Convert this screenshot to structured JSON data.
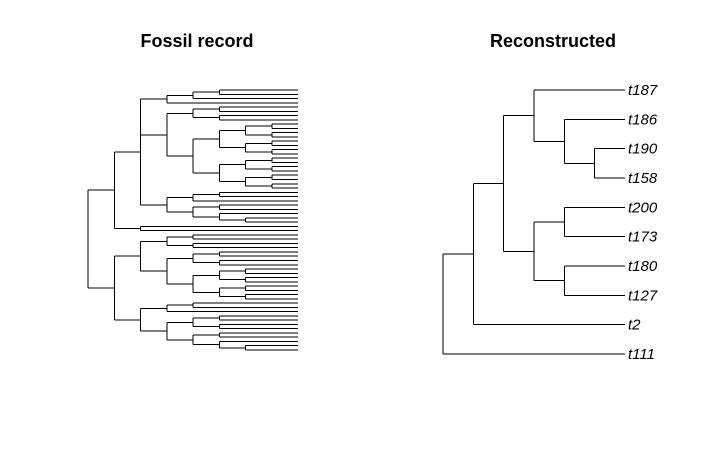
{
  "panels": {
    "fossil": {
      "title": "Fossil record",
      "tree": {
        "c": [
          {
            "c": [
              {
                "c": [
                  {
                    "c": [
                      {
                        "c": [
                          {
                            "c": [
                              {
                                "l": 1
                              },
                              {
                                "l": 2
                              }
                            ]
                          },
                          {
                            "l": 3
                          }
                        ]
                      },
                      {
                        "l": 4
                      }
                    ]
                  },
                  {
                    "c": [
                      {
                        "c": [
                          {
                            "c": [
                              {
                                "l": 5
                              },
                              {
                                "l": 6
                              }
                            ]
                          },
                          {
                            "c": [
                              {
                                "l": 7
                              },
                              {
                                "l": 8
                              }
                            ]
                          }
                        ]
                      },
                      {
                        "c": [
                          {
                            "c": [
                              {
                                "c": [
                                  {
                                    "c": [
                                      {
                                        "l": 9
                                      },
                                      {
                                        "l": 10
                                      }
                                    ]
                                  },
                                  {
                                    "c": [
                                      {
                                        "l": 11
                                      },
                                      {
                                        "l": 12
                                      }
                                    ]
                                  }
                                ]
                              },
                              {
                                "c": [
                                  {
                                    "c": [
                                      {
                                        "l": 13
                                      },
                                      {
                                        "l": 14
                                      }
                                    ]
                                  },
                                  {
                                    "c": [
                                      {
                                        "l": 15
                                      },
                                      {
                                        "l": 16
                                      }
                                    ]
                                  }
                                ]
                              }
                            ]
                          },
                          {
                            "c": [
                              {
                                "c": [
                                  {
                                    "c": [
                                      {
                                        "l": 17
                                      },
                                      {
                                        "l": 18
                                      }
                                    ]
                                  },
                                  {
                                    "c": [
                                      {
                                        "l": 19
                                      },
                                      {
                                        "l": 20
                                      }
                                    ]
                                  }
                                ]
                              },
                              {
                                "c": [
                                  {
                                    "c": [
                                      {
                                        "l": 21
                                      },
                                      {
                                        "l": 22
                                      }
                                    ]
                                  },
                                  {
                                    "c": [
                                      {
                                        "l": 23
                                      },
                                      {
                                        "l": 24
                                      }
                                    ]
                                  }
                                ]
                              }
                            ]
                          }
                        ]
                      }
                    ]
                  },
                  {
                    "c": [
                      {
                        "c": [
                          {
                            "c": [
                              {
                                "l": 25
                              },
                              {
                                "l": 26
                              }
                            ]
                          },
                          {
                            "l": 27
                          }
                        ]
                      },
                      {
                        "c": [
                          {
                            "c": [
                              {
                                "l": 28
                              },
                              {
                                "l": 29
                              }
                            ]
                          },
                          {
                            "c": [
                              {
                                "l": 30
                              },
                              {
                                "c": [
                                  {
                                    "l": 31
                                  },
                                  {
                                    "l": 32
                                  }
                                ]
                              }
                            ]
                          }
                        ]
                      }
                    ]
                  }
                ]
              },
              {
                "c": [
                  {
                    "l": 33
                  },
                  {
                    "l": 34
                  }
                ]
              }
            ]
          },
          {
            "c": [
              {
                "c": [
                  {
                    "c": [
                      {
                        "c": [
                          {
                            "l": 35
                          },
                          {
                            "l": 36
                          }
                        ]
                      },
                      {
                        "c": [
                          {
                            "l": 37
                          },
                          {
                            "l": 38
                          }
                        ]
                      }
                    ]
                  },
                  {
                    "c": [
                      {
                        "c": [
                          {
                            "c": [
                              {
                                "l": 39
                              },
                              {
                                "l": 40
                              }
                            ]
                          },
                          {
                            "c": [
                              {
                                "l": 41
                              },
                              {
                                "l": 42
                              }
                            ]
                          }
                        ]
                      },
                      {
                        "c": [
                          {
                            "c": [
                              {
                                "c": [
                                  {
                                    "l": 43
                                  },
                                  {
                                    "l": 44
                                  }
                                ]
                              },
                              {
                                "c": [
                                  {
                                    "l": 45
                                  },
                                  {
                                    "l": 46
                                  }
                                ]
                              }
                            ]
                          },
                          {
                            "c": [
                              {
                                "c": [
                                  {
                                    "l": 47
                                  },
                                  {
                                    "l": 48
                                  }
                                ]
                              },
                              {
                                "c": [
                                  {
                                    "l": 49
                                  },
                                  {
                                    "l": 50
                                  }
                                ]
                              }
                            ]
                          }
                        ]
                      }
                    ]
                  }
                ]
              },
              {
                "c": [
                  {
                    "c": [
                      {
                        "c": [
                          {
                            "l": 51
                          },
                          {
                            "l": 52
                          }
                        ]
                      },
                      {
                        "l": 53
                      }
                    ]
                  },
                  {
                    "c": [
                      {
                        "c": [
                          {
                            "c": [
                              {
                                "l": 54
                              },
                              {
                                "l": 55
                              }
                            ]
                          },
                          {
                            "c": [
                              {
                                "l": 56
                              },
                              {
                                "l": 57
                              }
                            ]
                          }
                        ]
                      },
                      {
                        "c": [
                          {
                            "c": [
                              {
                                "l": 58
                              },
                              {
                                "l": 59
                              }
                            ]
                          },
                          {
                            "c": [
                              {
                                "l": 60
                              },
                              {
                                "c": [
                                  {
                                    "l": 61
                                  },
                                  {
                                    "l": 62
                                  }
                                ]
                              }
                            ]
                          }
                        ]
                      }
                    ]
                  }
                ]
              }
            ]
          }
        ]
      }
    },
    "reconstructed": {
      "title": "Reconstructed",
      "tree": {
        "c": [
          {
            "c": [
              {
                "c": [
                  {
                    "c": [
                      {
                        "n": "t187"
                      },
                      {
                        "c": [
                          {
                            "n": "t186"
                          },
                          {
                            "c": [
                              {
                                "n": "t190"
                              },
                              {
                                "n": "t158"
                              }
                            ]
                          }
                        ]
                      }
                    ]
                  },
                  {
                    "c": [
                      {
                        "c": [
                          {
                            "n": "t200"
                          },
                          {
                            "n": "t173"
                          }
                        ]
                      },
                      {
                        "c": [
                          {
                            "n": "t180"
                          },
                          {
                            "n": "t127"
                          }
                        ]
                      }
                    ]
                  }
                ]
              },
              {
                "n": "t2"
              }
            ]
          },
          {
            "n": "t111"
          }
        ]
      }
    }
  }
}
